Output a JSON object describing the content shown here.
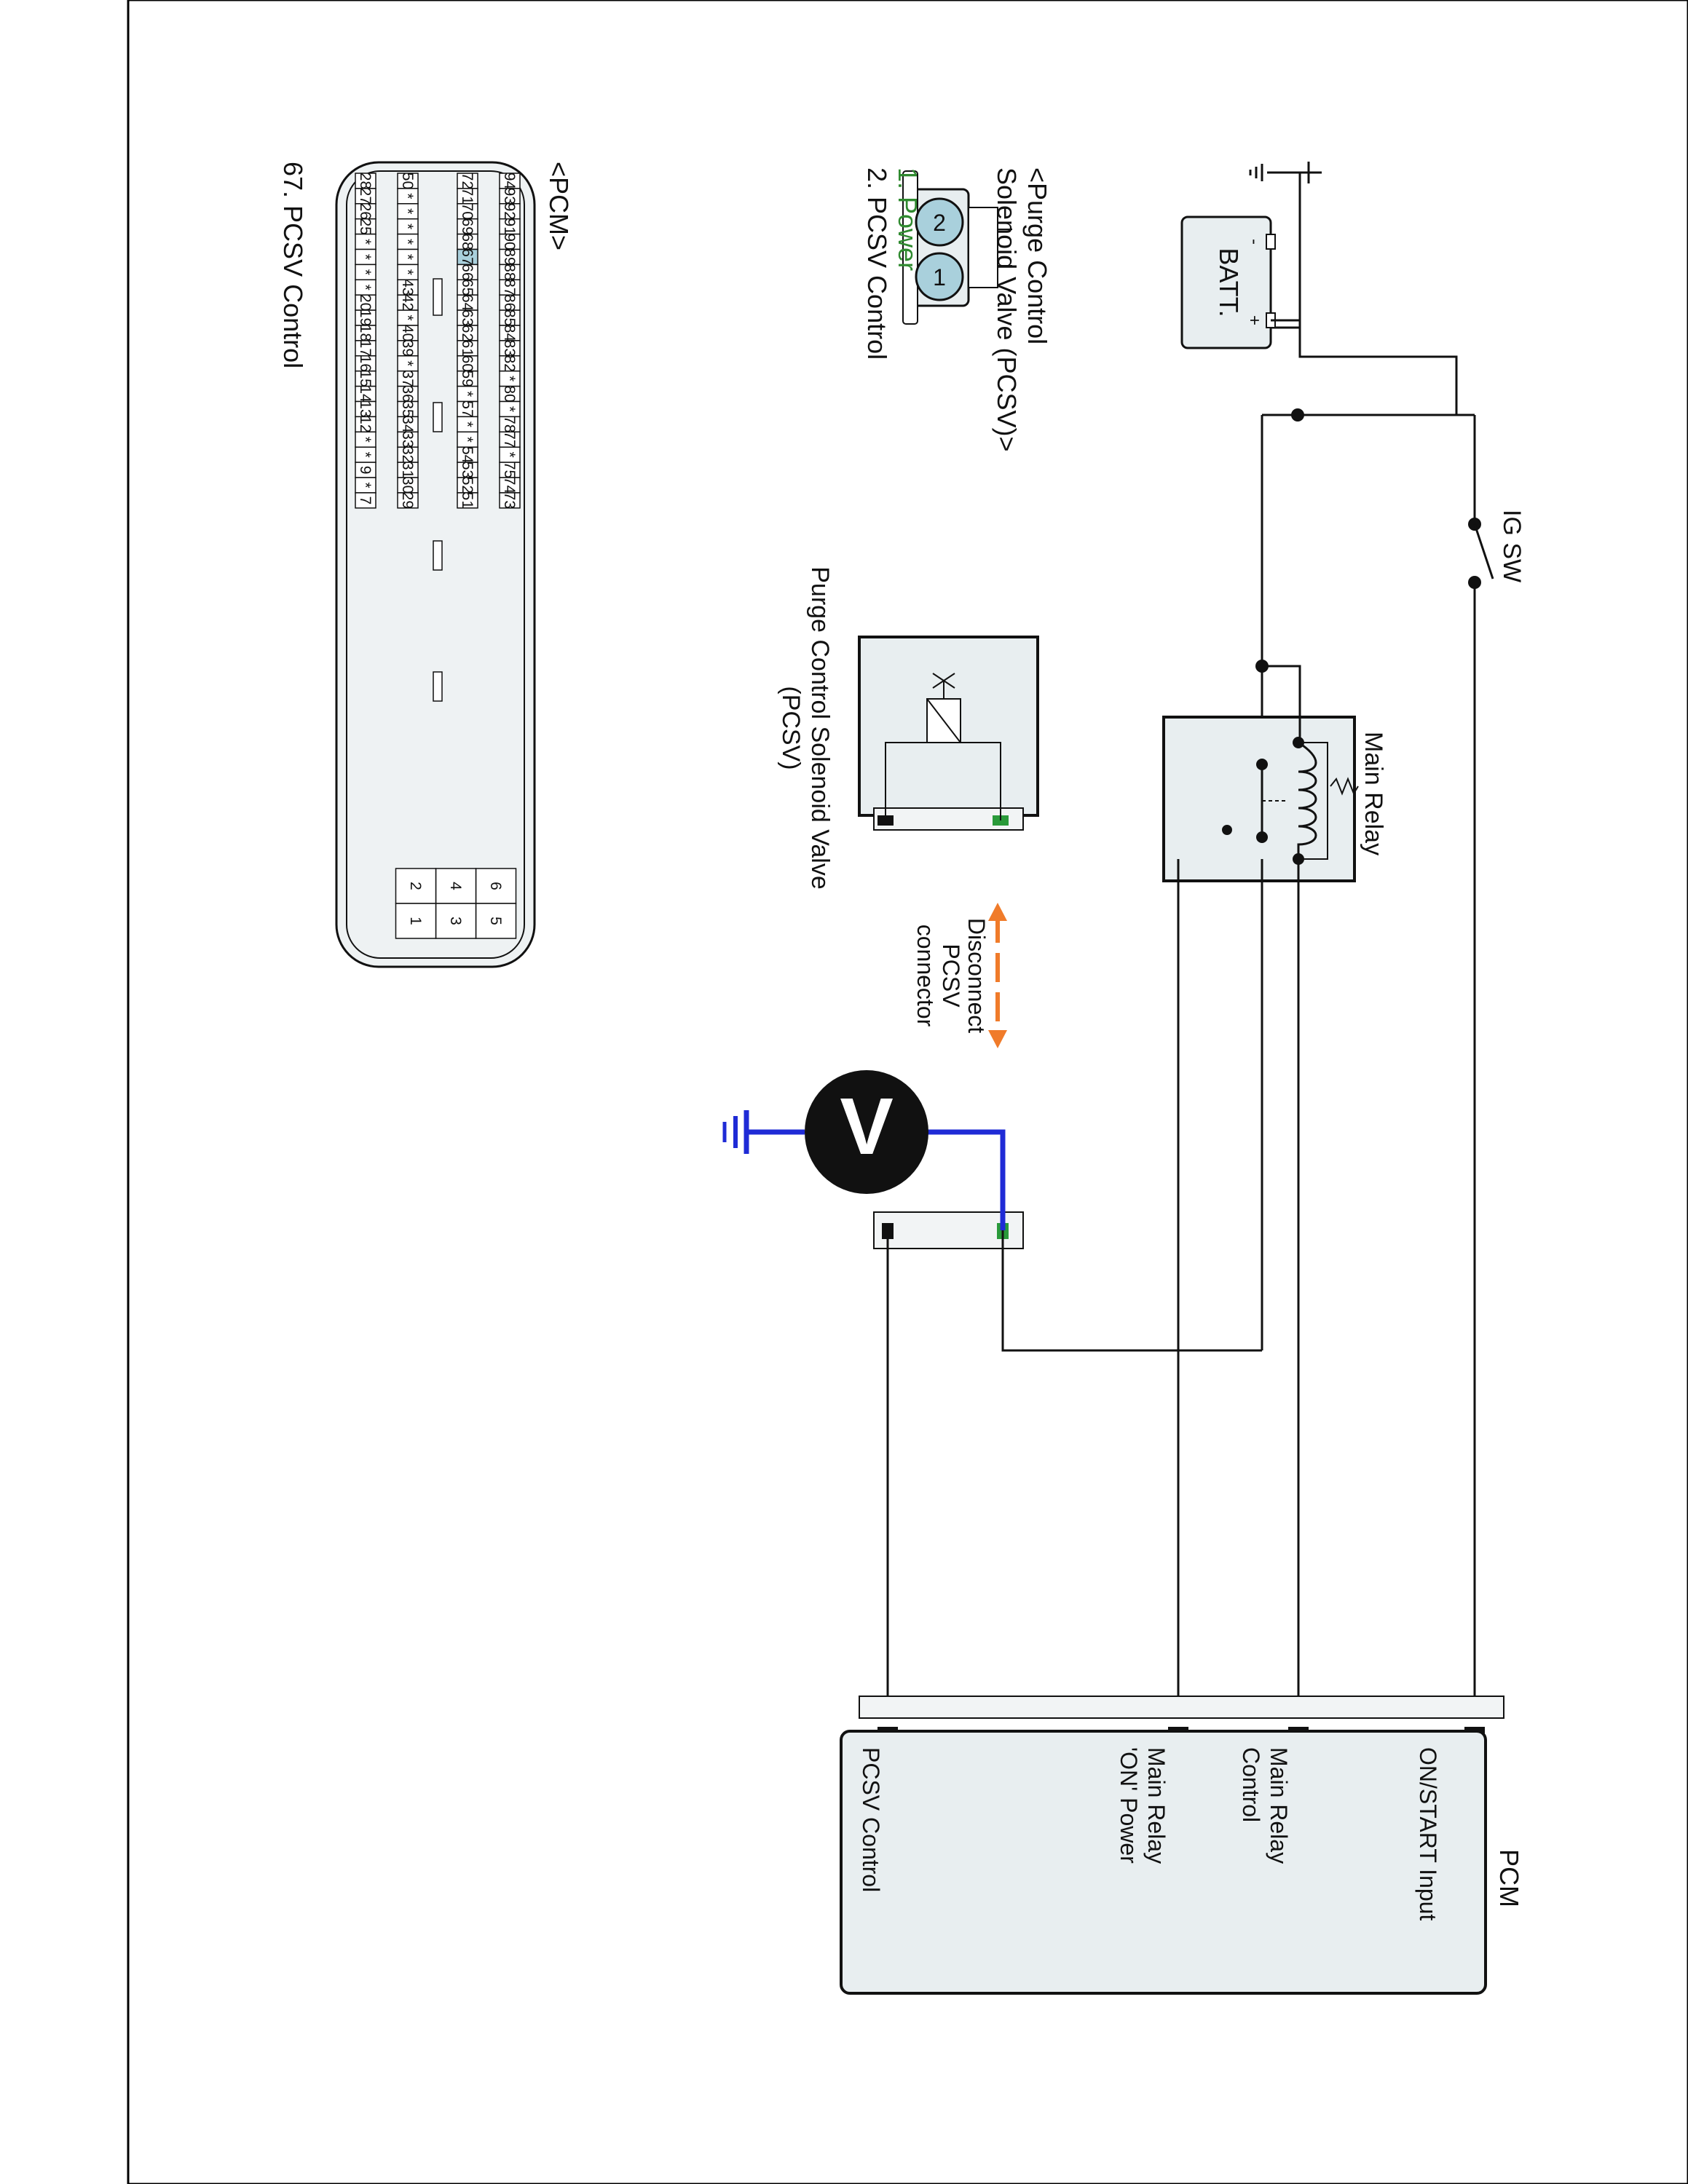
{
  "battery": {
    "label": "BATT.",
    "neg": "-",
    "pos": "+"
  },
  "ig_switch": {
    "label": "IG SW"
  },
  "main_relay": {
    "label": "Main Relay"
  },
  "pcsv_component": {
    "label_line1": "Purge Control Solenoid Valve",
    "label_line2": "(PCSV)"
  },
  "disconnect": {
    "line1": "Disconnect",
    "line2": "PCSV",
    "line3": "connector"
  },
  "voltmeter": {
    "symbol": "V",
    "wire_color": "#1f2bd6"
  },
  "pcsv_connector": {
    "title_line1": "<Purge Control",
    "title_line2": "Solenoid Valve (PCSV)>",
    "pin1_num": "1",
    "pin2_num": "2",
    "pin1": "1. Power",
    "pin2": "2. PCSV Control",
    "pin1_color": "#2f8a2f"
  },
  "pcm_connector": {
    "title": "<PCM>",
    "caption": "67. PCSV Control",
    "highlight_pin": "67",
    "highlight_color": "#a9d0dc",
    "rows": [
      [
        "94",
        "93",
        "92",
        "91",
        "90",
        "89",
        "88",
        "87",
        "86",
        "85",
        "84",
        "83",
        "82",
        "*",
        "80",
        "*",
        "78",
        "77",
        "*",
        "75",
        "74",
        "73"
      ],
      [
        "72",
        "71",
        "70",
        "69",
        "68",
        "67",
        "66",
        "65",
        "64",
        "63",
        "62",
        "61",
        "60",
        "59",
        "*",
        "57",
        "*",
        "*",
        "54",
        "53",
        "52",
        "51"
      ],
      [
        "50",
        "*",
        "*",
        "*",
        "*",
        "*",
        "*",
        "43",
        "42",
        "*",
        "40",
        "39",
        "*",
        "37",
        "36",
        "35",
        "34",
        "33",
        "32",
        "31",
        "30",
        "29"
      ],
      [
        "28",
        "27",
        "26",
        "25",
        "*",
        "*",
        "*",
        "*",
        "20",
        "19",
        "18",
        "17",
        "16",
        "15",
        "14",
        "13",
        "12",
        "*",
        "*",
        "9",
        "*",
        "7"
      ]
    ],
    "small_block": [
      [
        "6",
        "5"
      ],
      [
        "4",
        "3"
      ],
      [
        "2",
        "1"
      ]
    ]
  },
  "pcm": {
    "title": "PCM",
    "pins": [
      {
        "label_line1": "ON/START Input",
        "label_line2": ""
      },
      {
        "label_line1": "Main Relay",
        "label_line2": "Control"
      },
      {
        "label_line1": "Main Relay",
        "label_line2": "'ON' Power"
      },
      {
        "label_line1": "PCSV Control",
        "label_line2": ""
      }
    ]
  },
  "colors": {
    "arrow": "#f07b2a",
    "terminal_green": "#2a9a3a",
    "panel_fill": "#e8eef0"
  }
}
